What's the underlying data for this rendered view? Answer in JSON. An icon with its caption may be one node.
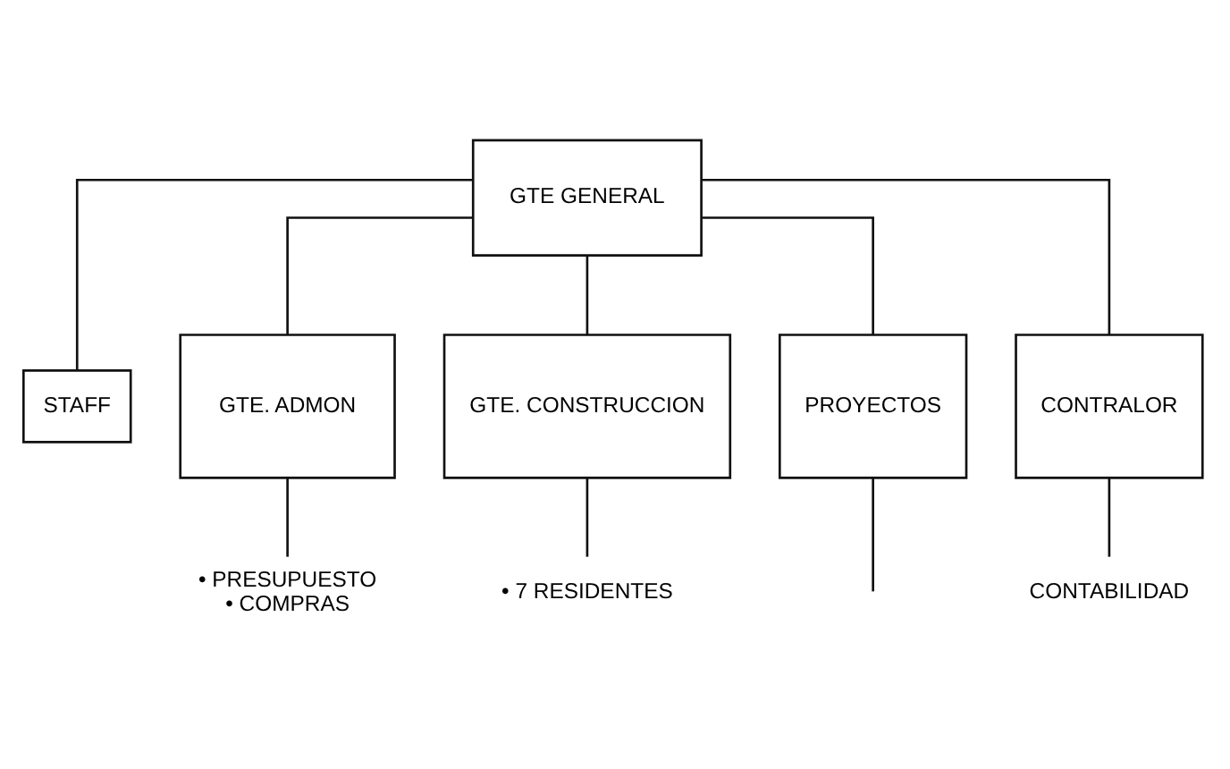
{
  "diagram": {
    "nodes": [
      {
        "text": [
          "GTE GENERAL"
        ]
      },
      {
        "text": [
          "STAFF"
        ]
      },
      {
        "text": [
          "GTE. ADMON"
        ]
      },
      {
        "text": [
          "GTE. CONSTRUCCION"
        ]
      },
      {
        "text": [
          "PROYECTOS"
        ]
      },
      {
        "text": [
          "CONTRALOR"
        ]
      },
      {
        "text": [
          "• PRESUPUESTO",
          "• COMPRAS"
        ]
      },
      {
        "text": [
          "• 7 RESIDENTES"
        ]
      },
      {
        "text": [
          "CONTABILIDAD"
        ]
      }
    ],
    "edges": [
      {
        "from": 0,
        "to": 1,
        "arrow": "none"
      },
      {
        "from": 0,
        "to": 2,
        "arrow": "none"
      },
      {
        "from": 0,
        "to": 3,
        "arrow": "none"
      },
      {
        "from": 0,
        "to": 4,
        "arrow": "none"
      },
      {
        "from": 0,
        "to": 5,
        "arrow": "none"
      },
      {
        "from": 2,
        "to": 6,
        "arrow": "none"
      },
      {
        "from": 3,
        "to": 7,
        "arrow": "none"
      },
      {
        "from": 4,
        "to": null,
        "arrow": "none"
      },
      {
        "from": 5,
        "to": 8,
        "arrow": "none"
      }
    ]
  }
}
